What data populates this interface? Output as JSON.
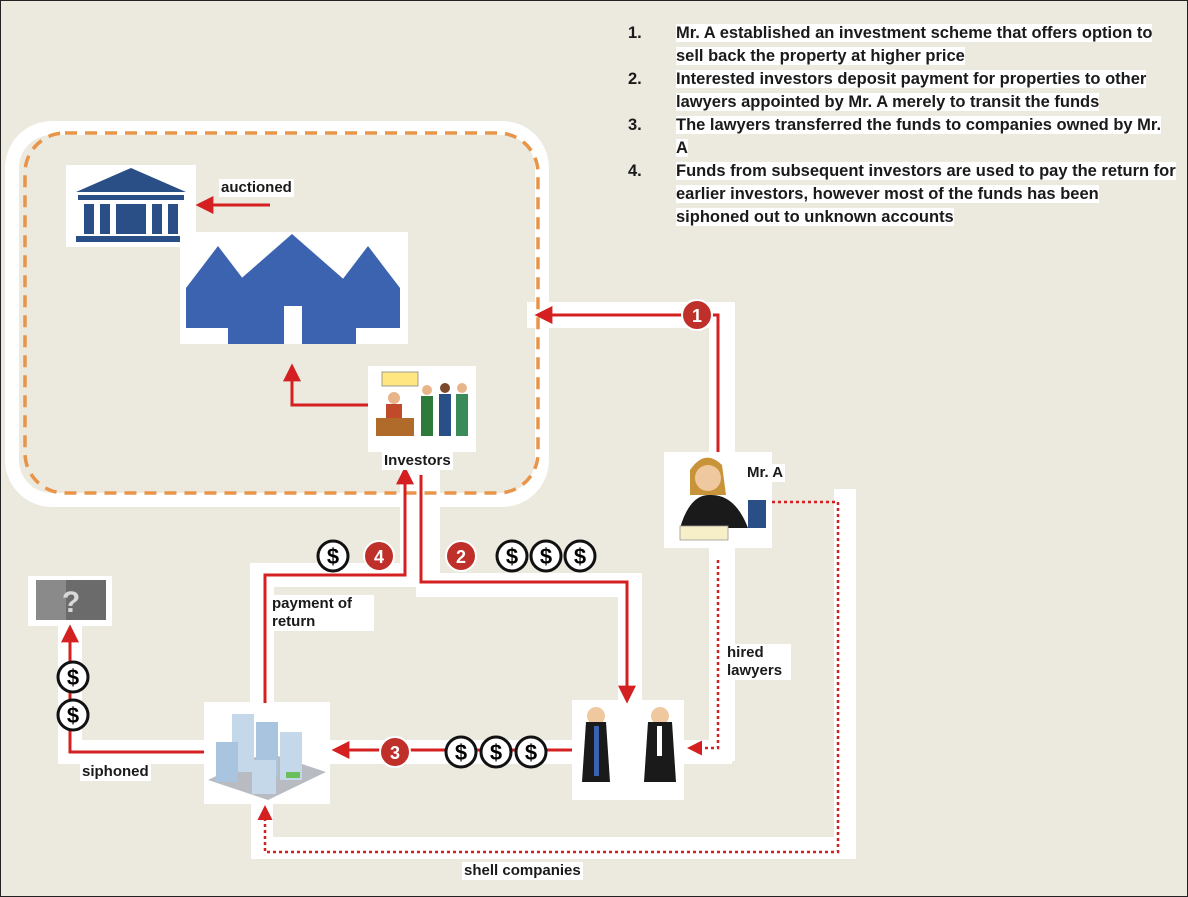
{
  "steps": [
    {
      "num": "1.",
      "text": "Mr. A established an investment scheme that offers option to sell back the property at higher price"
    },
    {
      "num": "2.",
      "text": "Interested investors deposit payment for properties to other lawyers appointed by Mr. A merely to transit the funds"
    },
    {
      "num": "3.",
      "text": "The lawyers transferred the funds to companies owned by Mr. A"
    },
    {
      "num": "4.",
      "text": "Funds from subsequent investors are used to pay the return for earlier investors, however most of the funds has been siphoned out to unknown accounts"
    }
  ],
  "labels": {
    "auctioned": "auctioned",
    "investors": "Investors",
    "mr_a": "Mr. A",
    "payment_of_return": "payment of return",
    "hired_lawyers": "hired lawyers",
    "siphoned": "siphoned",
    "shell_companies": "shell companies"
  },
  "markers": {
    "m1": "1",
    "m2": "2",
    "m3": "3",
    "m4": "4"
  },
  "coin_symbol": "$",
  "unknown_symbol": "?",
  "colors": {
    "background": "#ece9df",
    "arrow_red": "#d42020",
    "marker_red": "#c0302a",
    "dashed_orange": "#e8954a",
    "house_blue": "#3b63b0",
    "bank_blue": "#2a4f86",
    "path_white": "#ffffff"
  }
}
